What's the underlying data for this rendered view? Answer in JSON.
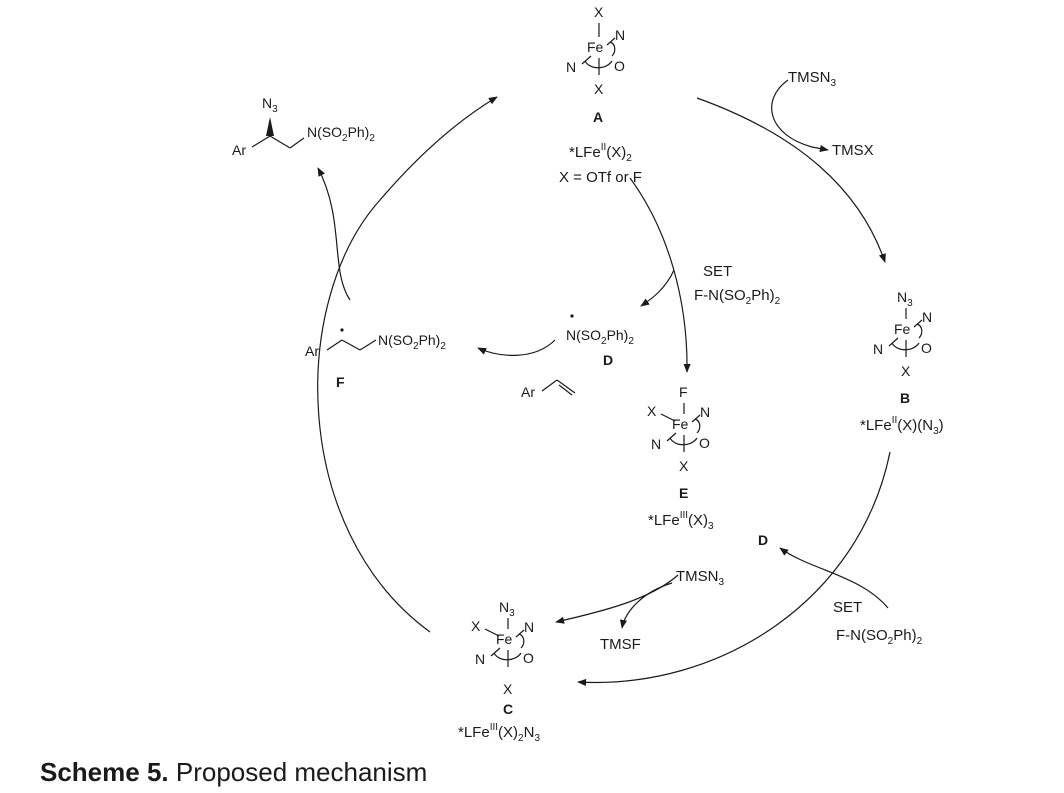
{
  "caption": {
    "label": "Scheme 5.",
    "text": "Proposed mechanism"
  },
  "complexes": {
    "A": {
      "id": "A",
      "formula_prefix": "*LFe",
      "ox": "II",
      "formula_suffix": "(X)",
      "sub": "2",
      "note": "X = OTf or F"
    },
    "B": {
      "id": "B",
      "formula_prefix": "*LFe",
      "ox": "II",
      "formula_suffix": "(X)(N",
      "sub": "3",
      "close": ")"
    },
    "E": {
      "id": "E",
      "formula_prefix": "*LFe",
      "ox": "III",
      "formula_suffix": "(X)",
      "sub": "3"
    },
    "C": {
      "id": "C",
      "formula_prefix": "*LFe",
      "ox": "III",
      "formula_suffix": "(X)",
      "sub": "2",
      "tail": "N",
      "tail_sub": "3"
    }
  },
  "atoms": {
    "fe": "Fe",
    "n": "N",
    "o": "O",
    "x": "X",
    "f": "F",
    "n3": "N",
    "n3_sub": "3"
  },
  "radicals": {
    "D": {
      "id": "D",
      "formula": "N(SO",
      "sub": "2",
      "tail": "Ph)",
      "tail_sub": "2"
    },
    "F": {
      "id": "F",
      "ar": "Ar",
      "formula": "N(SO",
      "sub": "2",
      "tail": "Ph)",
      "tail_sub": "2"
    }
  },
  "product": {
    "ar": "Ar",
    "n3": "N",
    "n3_sub": "3",
    "formula": "N(SO",
    "sub": "2",
    "tail": "Ph)",
    "tail_sub": "2"
  },
  "styrene": {
    "ar": "Ar"
  },
  "reagents": {
    "tmsn3_top": {
      "text": "TMSN",
      "sub": "3"
    },
    "tmsx": {
      "text": "TMSX"
    },
    "set_top": {
      "text": "SET"
    },
    "nfsi_top": {
      "text": "F-N(SO",
      "sub": "2",
      "tail": "Ph)",
      "tail_sub": "2"
    },
    "tmsn3_bottom": {
      "text": "TMSN",
      "sub": "3"
    },
    "tmsf": {
      "text": "TMSF"
    },
    "set_right": {
      "text": "SET"
    },
    "nfsi_right": {
      "text": "F-N(SO",
      "sub": "2",
      "tail": "Ph)",
      "tail_sub": "2"
    },
    "d_label": {
      "text": "D"
    }
  }
}
